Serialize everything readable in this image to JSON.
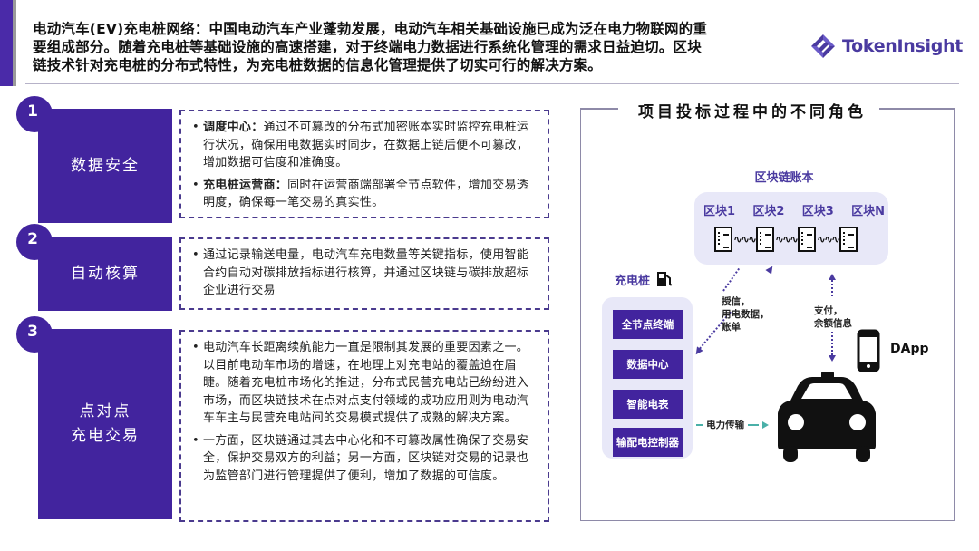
{
  "header": {
    "title_bold": "电动汽车(EV)充电桩网络：",
    "text": "中国电动汽车产业蓬勃发展，电动汽车相关基础设施已成为泛在电力物联网的重要组成部分。随着充电桩等基础设施的高速搭建，对于终端电力数据进行系统化管理的需求日益迫切。区块链技术针对充电桩的分布式特性，为充电桩数据的信息化管理提供了切实可行的解决方案。",
    "line1": "电动汽车(EV)充电桩网络：中国电动汽车产业蓬勃发展，电动汽车相关基础设施已成为泛在电力物联网的重",
    "line2": "要组成部分。随着充电桩等基础设施的高速搭建，对于终端电力数据进行系统化管理的需求日益迫切。区块",
    "line3": "链技术针对充电桩的分布式特性，为充电桩数据的信息化管理提供了切实可行的解决方案。"
  },
  "logo": {
    "text": "TokenInsight",
    "brand_color": "#4a3aa0"
  },
  "sections": [
    {
      "number": "1",
      "title": "数据安全",
      "bullets": [
        {
          "label": "调度中心：",
          "text": "通过不可篡改的分布式加密账本实时监控充电桩运行状况，确保用电数据实时同步，在数据上链后便不可篡改，增加数据可信度和准确度。"
        },
        {
          "label": "充电桩运营商：",
          "text": "同时在运营商端部署全节点软件，增加交易透明度，确保每一笔交易的真实性。"
        }
      ]
    },
    {
      "number": "2",
      "title": "自动核算",
      "bullets": [
        {
          "label": "",
          "text": "通过记录输送电量，电动汽车充电数量等关键指标，使用智能合约自动对碳排放指标进行核算，并通过区块链与碳排放超标企业进行交易"
        }
      ]
    },
    {
      "number": "3",
      "title_line1": "点对点",
      "title_line2": "充电交易",
      "bullets": [
        {
          "label": "",
          "text": "电动汽车长距离续航能力一直是限制其发展的重要因素之一。以目前电动车市场的增速，在地理上对充电站的覆盖迫在眉睫。随着充电桩市场化的推进，分布式民营充电站已纷纷进入市场，而区块链技术在点对点支付领域的成功应用则为电动汽车车主与民营充电站间的交易模式提供了成熟的解决方案。"
        },
        {
          "label": "",
          "text": "一方面，区块链通过其去中心化和不可篡改属性确保了交易安全，保护交易双方的利益；另一方面，区块链对交易的记录也为监管部门进行管理提供了便利，增加了数据的可信度。"
        }
      ]
    }
  ],
  "diagram": {
    "title": "项目投标过程中的不同角色",
    "ledger_label": "区块链账本",
    "blocks": [
      "区块1",
      "区块2",
      "区块3",
      "区块N"
    ],
    "charging_pile_label": "充电桩",
    "pile_components": [
      "全节点终端",
      "数据中心",
      "智能电表",
      "输配电控制器"
    ],
    "pile_ledger_arrow": [
      "授信，",
      "用电数据，",
      "账单"
    ],
    "car_ledger_arrow": [
      "支付，",
      "余额信息"
    ],
    "power_label": "电力传输",
    "dapp_label": "DApp",
    "icons": [
      "document-icon",
      "fuel-pump-icon",
      "phone-icon",
      "taxi-icon"
    ]
  },
  "colors": {
    "primary_purple": "#42249e",
    "light_panel": "#e8e8f8",
    "teal": "#4ab0a8"
  }
}
